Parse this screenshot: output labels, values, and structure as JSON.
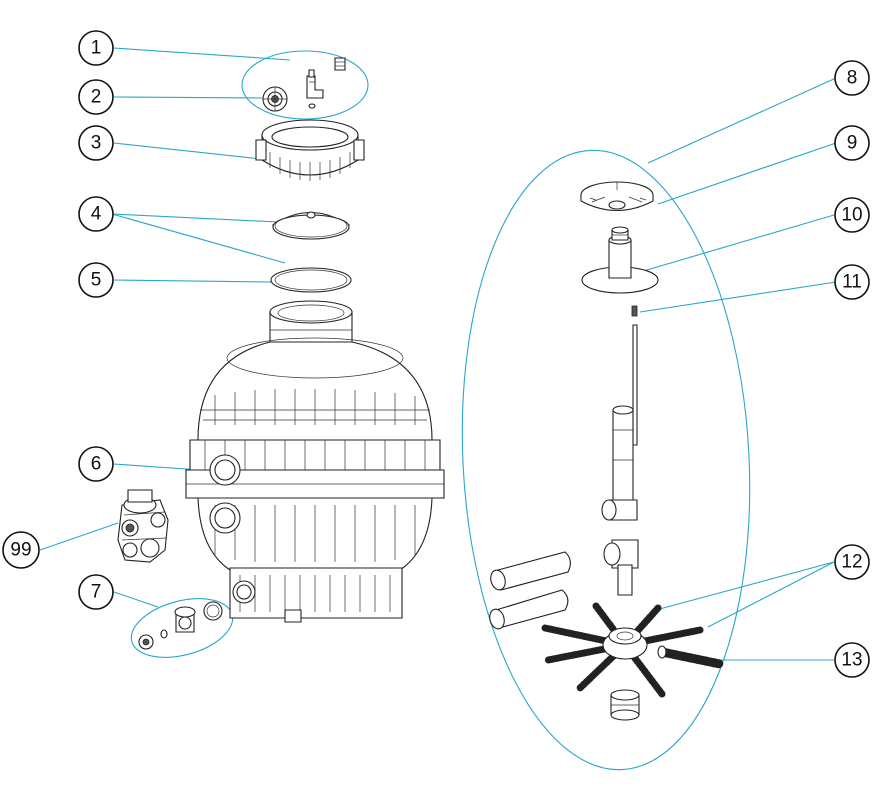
{
  "colors": {
    "leader_line": "#2aa6c9",
    "outline": "#222222",
    "fill": "#ffffff"
  },
  "callouts": [
    {
      "id": "c1",
      "label": "1"
    },
    {
      "id": "c2",
      "label": "2"
    },
    {
      "id": "c3",
      "label": "3"
    },
    {
      "id": "c4",
      "label": "4"
    },
    {
      "id": "c5",
      "label": "5"
    },
    {
      "id": "c6",
      "label": "6"
    },
    {
      "id": "c7",
      "label": "7"
    },
    {
      "id": "c8",
      "label": "8"
    },
    {
      "id": "c9",
      "label": "9"
    },
    {
      "id": "c10",
      "label": "10"
    },
    {
      "id": "c11",
      "label": "11"
    },
    {
      "id": "c12",
      "label": "12"
    },
    {
      "id": "c13",
      "label": "13"
    },
    {
      "id": "c99",
      "label": "99"
    }
  ]
}
